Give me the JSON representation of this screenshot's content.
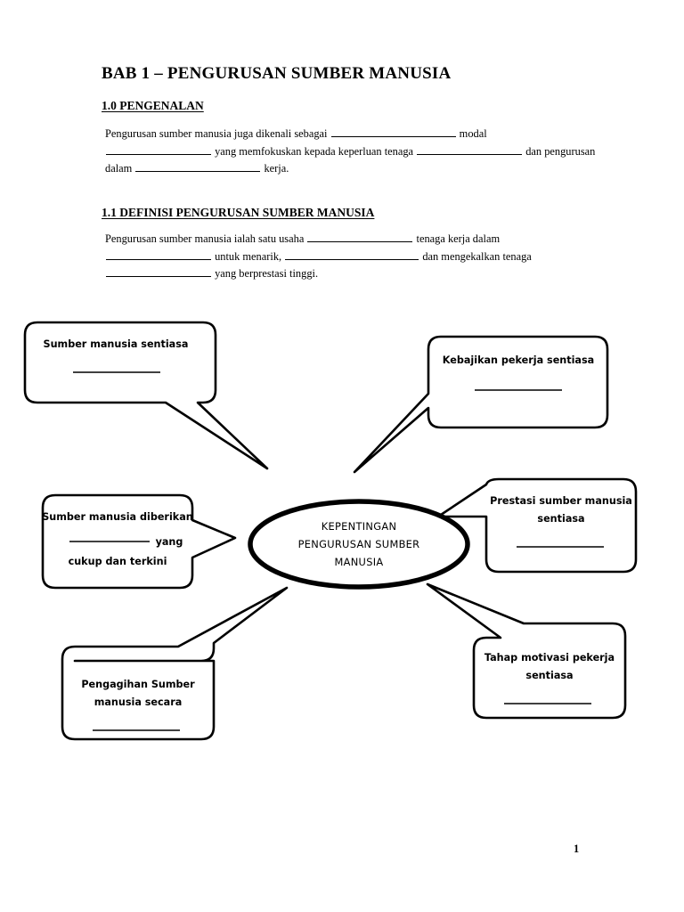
{
  "document": {
    "title": "BAB 1 – PENGURUSAN SUMBER MANUSIA",
    "page_number": "1",
    "sections": [
      {
        "heading": "1.0 PENGENALAN",
        "lines": [
          {
            "parts": [
              "Pengurusan sumber manusia juga dikenali sebagai ",
              "BLANK_LG",
              " modal"
            ]
          },
          {
            "parts": [
              "BLANK_MD",
              " yang memfokuskan kepada keperluan tenaga ",
              "BLANK_MD",
              " dan pengurusan"
            ]
          },
          {
            "parts": [
              "dalam ",
              "BLANK_LG",
              " kerja."
            ]
          }
        ],
        "text": "Pengurusan sumber manusia juga dikenali sebagai ____________________ modal ______________ yang memfokuskan kepada keperluan tenaga ______________ dan pengurusan dalam _______________ kerja."
      },
      {
        "heading": "1.1 DEFINISI PENGURUSAN SUMBER MANUSIA",
        "lines": [
          {
            "parts": [
              "Pengurusan sumber manusia ialah satu usaha ",
              "BLANK_MD",
              " tenaga kerja dalam"
            ]
          },
          {
            "parts": [
              "BLANK_MD",
              " untuk menarik, ",
              "BLANK_LG",
              " dan mengekalkan tenaga"
            ]
          },
          {
            "parts": [
              "BLANK_MD",
              " yang berprestasi tinggi."
            ]
          }
        ],
        "text": "Pengurusan sumber manusia ialah satu usaha ________________ tenaga kerja dalam ________________ untuk menarik, _____________________ dan mengekalkan tenaga ________________ yang berprestasi tinggi."
      }
    ]
  },
  "diagram": {
    "center": {
      "label_lines": [
        "KEPENTINGAN",
        "PENGURUSAN SUMBER",
        "MANUSIA"
      ],
      "shape": "ellipse"
    },
    "bubbles": [
      {
        "id": "sumber-manusia-sentiasa",
        "position": "top-left",
        "lines": [
          "Sumber manusia sentiasa"
        ],
        "has_answer_blank": true,
        "tail": "down-right"
      },
      {
        "id": "kebajikan-pekerja-sentiasa",
        "position": "top-right",
        "lines": [
          "Kebajikan pekerja sentiasa"
        ],
        "has_answer_blank": true,
        "tail": "down-left"
      },
      {
        "id": "prestasi-sumber-manusia-sentiasa",
        "position": "middle-right",
        "lines": [
          "Prestasi sumber manusia",
          "sentiasa"
        ],
        "has_answer_blank": true,
        "tail": "left"
      },
      {
        "id": "sumber-manusia-diberikan",
        "position": "middle-left",
        "lines": [
          "Sumber manusia diberikan",
          "__________ yang",
          "cukup dan terkini"
        ],
        "has_answer_blank": false,
        "tail": "right"
      },
      {
        "id": "pengagihan-sumber-manusia-secara",
        "position": "bottom-left",
        "lines": [
          "Pengagihan Sumber",
          "manusia secara"
        ],
        "has_answer_blank": true,
        "tail": "up-right"
      },
      {
        "id": "tahap-motivasi-pekerja-sentiasa",
        "position": "bottom-right",
        "lines": [
          "Tahap motivasi pekerja",
          "sentiasa"
        ],
        "has_answer_blank": true,
        "tail": "up-left"
      }
    ]
  },
  "colors": {
    "ink": "#000000",
    "paper": "#ffffff"
  }
}
